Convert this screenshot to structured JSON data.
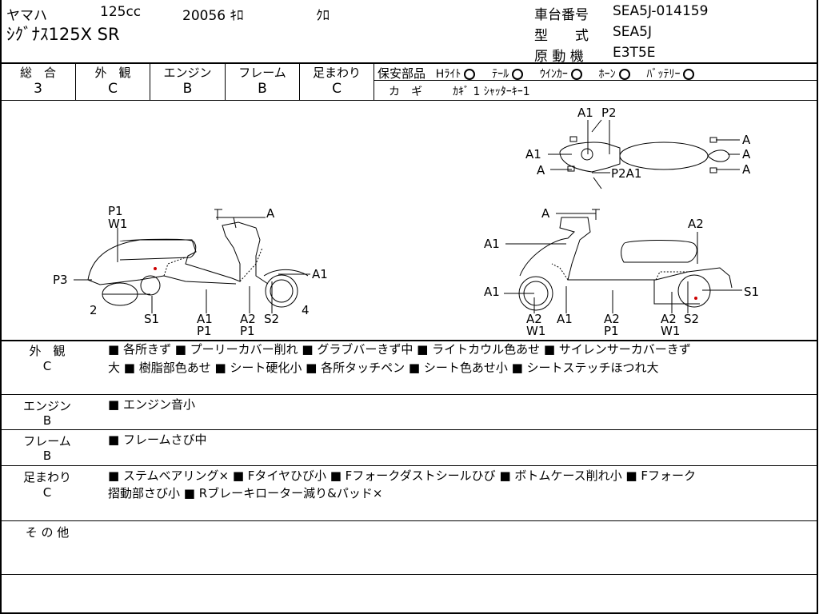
{
  "header": {
    "maker": "ヤマハ",
    "displacement": "125cc",
    "mileage": "20056 ｷﾛ",
    "color": "ｸﾛ",
    "model": "ｼｸﾞﾅｽ125X SR",
    "frame_no_label": "車台番号",
    "frame_no": "SEA5J-014159",
    "type_label": "型　　式",
    "type": "SEA5J",
    "engine_label": "原 動 機",
    "engine": "E3T5E"
  },
  "grades": [
    {
      "label": "総　合",
      "value": "3"
    },
    {
      "label": "外　観",
      "value": "C"
    },
    {
      "label": "エンジン",
      "value": "B"
    },
    {
      "label": "フレーム",
      "value": "B"
    },
    {
      "label": "足まわり",
      "value": "C"
    }
  ],
  "safety": {
    "label": "保安部品",
    "items": [
      "Hﾗｲﾄ",
      "ﾃｰﾙ",
      "ｳｲﾝｶｰ",
      "ﾎｰﾝ",
      "ﾊﾞｯﾃﾘｰ"
    ],
    "key_label": "カ　ギ",
    "key_value": "ｶｷﾞ 1 ｼｬｯﾀｰｷｰ1"
  },
  "diagram_labels": {
    "left": [
      "P1",
      "W1",
      "A",
      "P3",
      "A1",
      "2",
      "S1",
      "A1",
      "P1",
      "A2",
      "P1",
      "S2",
      "4"
    ],
    "right": [
      "A",
      "A2",
      "A1",
      "A1",
      "S1",
      "A2",
      "W1",
      "A1",
      "A2",
      "P1",
      "A2",
      "W1",
      "S2"
    ],
    "top": [
      "A1",
      "P2",
      "A",
      "A",
      "A",
      "A1",
      "A",
      "P2A1"
    ]
  },
  "sections": [
    {
      "label": "外　観",
      "grade": "C",
      "lines": [
        "■ 各所きず ■ プーリーカバー削れ ■ グラブバーきず中 ■ ライトカウル色あせ ■ サイレンサーカバーきず",
        "大 ■ 樹脂部色あせ ■ シート硬化小 ■ 各所タッチペン ■ シート色あせ小 ■ シートステッチほつれ大"
      ]
    },
    {
      "label": "エンジン",
      "grade": "B",
      "lines": [
        "■ エンジン音小"
      ]
    },
    {
      "label": "フレーム",
      "grade": "B",
      "lines": [
        "■ フレームさび中"
      ]
    },
    {
      "label": "足まわり",
      "grade": "C",
      "lines": [
        "■ ステムベアリング× ■ Fタイヤひび小 ■ Fフォークダストシールひび ■ ボトムケース削れ小 ■ Fフォーク",
        "摺動部さび小 ■ Rブレーキローター減り&パッド×"
      ]
    },
    {
      "label": "そ の 他",
      "grade": "",
      "lines": []
    }
  ]
}
